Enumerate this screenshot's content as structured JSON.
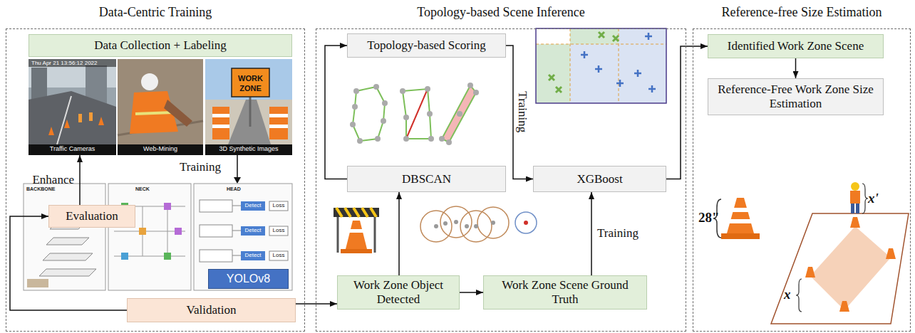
{
  "diagram": {
    "nodes": [
      {
        "text": [
          "Data-Centric Training"
        ]
      },
      {
        "text": [
          "Data Collection + Labeling"
        ],
        "in": 0
      },
      {
        "text": [
          "Evaluation"
        ],
        "in": 0
      },
      {
        "text": [
          "YOLOv8"
        ],
        "in": 0
      },
      {
        "text": [
          "Validation"
        ],
        "in": 0
      },
      {
        "text": [
          "Topology-based Scene Inference"
        ]
      },
      {
        "text": [
          "Topology-based Scoring"
        ],
        "in": 5
      },
      {
        "text": [
          "DBSCAN"
        ],
        "in": 5
      },
      {
        "text": [
          "XGBoost"
        ],
        "in": 5
      },
      {
        "text": [
          "Work Zone Object Detected"
        ],
        "in": 5
      },
      {
        "text": [
          "Work Zone Scene Ground Truth"
        ],
        "in": 5
      },
      {
        "text": [
          "Reference-free Size Estimation"
        ]
      },
      {
        "text": [
          "Identified Work Zone Scene"
        ],
        "in": 11
      },
      {
        "text": [
          "Reference-Free Work Zone Size Estimation"
        ],
        "in": 11
      }
    ],
    "edges": [
      {
        "from": 2,
        "to": 1,
        "arrow": "to",
        "label": "Enhance"
      },
      {
        "from": 4,
        "to": 2,
        "arrow": "to"
      },
      {
        "from": 4,
        "to": 9,
        "arrow": "to"
      },
      {
        "from": 7,
        "to": 6,
        "arrow": "to"
      },
      {
        "from": 6,
        "to": 8,
        "arrow": "to",
        "label": "Training"
      },
      {
        "from": 9,
        "to": 7,
        "arrow": "to"
      },
      {
        "from": 9,
        "to": 10,
        "arrow": "to"
      },
      {
        "from": 10,
        "to": 8,
        "arrow": "to",
        "label": "Training"
      },
      {
        "from": 8,
        "to": 12,
        "arrow": "to"
      },
      {
        "from": 12,
        "to": 13,
        "arrow": "to"
      }
    ],
    "labels": [
      "Thu Apr 21 13:56:12 2022",
      "Traffic Cameras",
      "Web-Mining",
      "3D Synthetic Images",
      "WORK",
      "ZONE",
      "Training",
      "BACKBONE",
      "NECK",
      "HEAD",
      "Detect",
      "Detect",
      "Detect",
      "Loss",
      "Loss",
      "Loss",
      "28\"",
      "x'",
      "x"
    ]
  }
}
